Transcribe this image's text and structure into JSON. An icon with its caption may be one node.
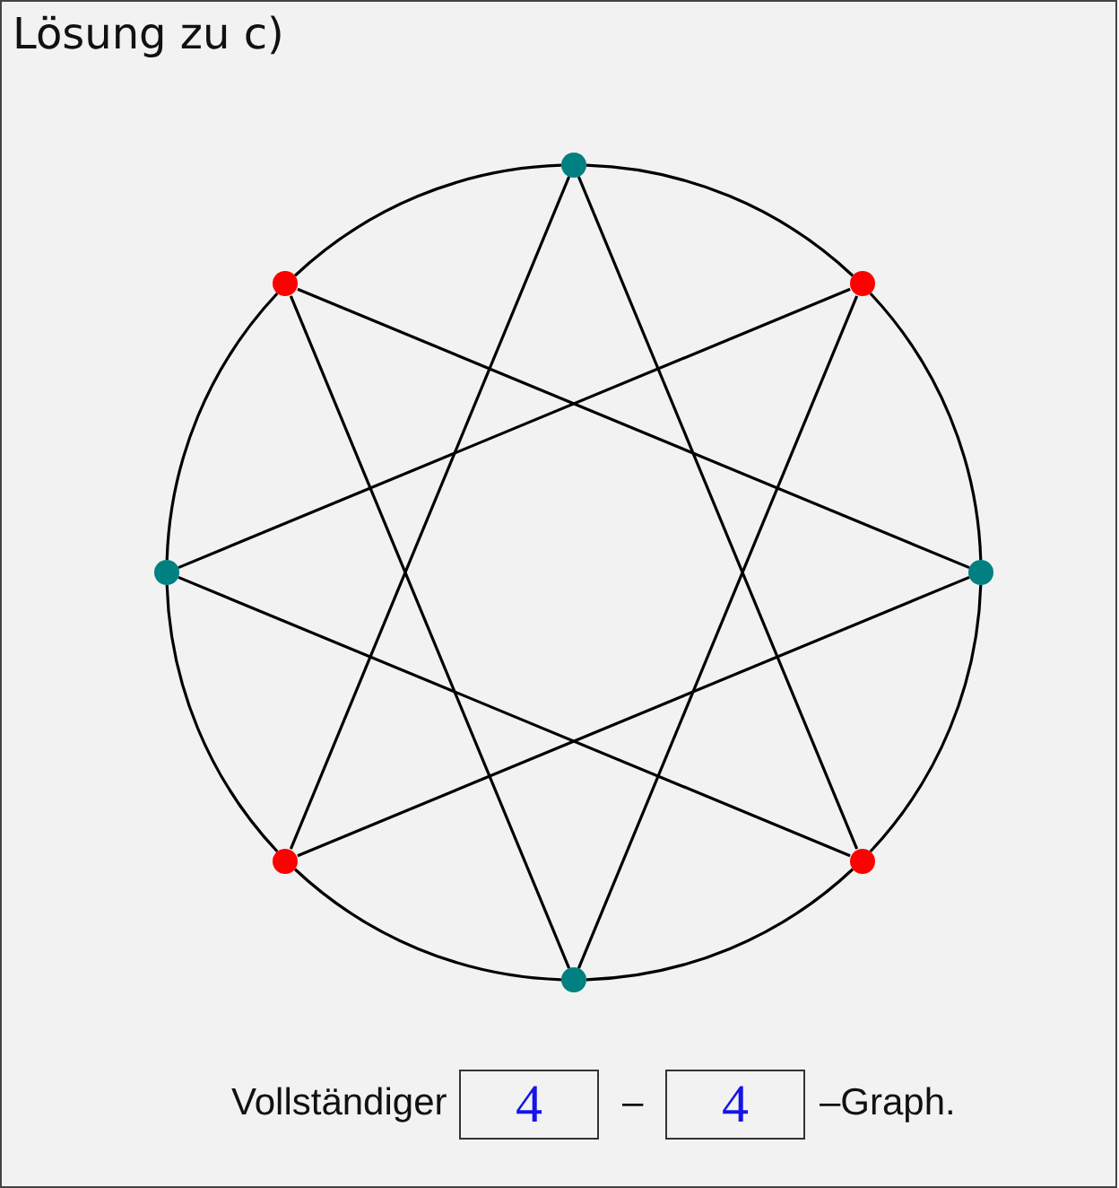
{
  "diagram": {
    "nodes": [
      {
        "text": [
          "Lösung zu c)"
        ]
      },
      {
        "text": [],
        "shape": "circle",
        "in": 0
      },
      {
        "text": [],
        "shape": "circle",
        "in": 0
      },
      {
        "text": [],
        "shape": "circle",
        "in": 0
      },
      {
        "text": [],
        "shape": "circle",
        "in": 0
      },
      {
        "text": [],
        "shape": "circle",
        "in": 0
      },
      {
        "text": [],
        "shape": "circle",
        "in": 0
      },
      {
        "text": [],
        "shape": "circle",
        "in": 0
      },
      {
        "text": [],
        "shape": "circle",
        "in": 0
      },
      {
        "text": [
          "4"
        ],
        "in": 0
      },
      {
        "text": [
          "4"
        ],
        "in": 0
      }
    ],
    "edges": [
      {
        "from": 1,
        "to": 3,
        "arrow": "none"
      },
      {
        "from": 3,
        "to": 5,
        "arrow": "none"
      },
      {
        "from": 5,
        "to": 7,
        "arrow": "none"
      },
      {
        "from": 7,
        "to": 8,
        "arrow": "none"
      },
      {
        "from": 8,
        "to": 6,
        "arrow": "none"
      },
      {
        "from": 6,
        "to": 4,
        "arrow": "none"
      },
      {
        "from": 4,
        "to": 2,
        "arrow": "none"
      },
      {
        "from": 2,
        "to": 1,
        "arrow": "none"
      },
      {
        "from": 1,
        "to": 6,
        "arrow": "none"
      },
      {
        "from": 1,
        "to": 7,
        "arrow": "none"
      },
      {
        "from": 2,
        "to": 5,
        "arrow": "none"
      },
      {
        "from": 2,
        "to": 8,
        "arrow": "none"
      },
      {
        "from": 3,
        "to": 4,
        "arrow": "none"
      },
      {
        "from": 3,
        "to": 8,
        "arrow": "none"
      },
      {
        "from": 4,
        "to": 7,
        "arrow": "none"
      },
      {
        "from": 5,
        "to": 6,
        "arrow": "none"
      }
    ],
    "labels": [
      "Vollständiger",
      "–",
      "–Graph."
    ]
  }
}
